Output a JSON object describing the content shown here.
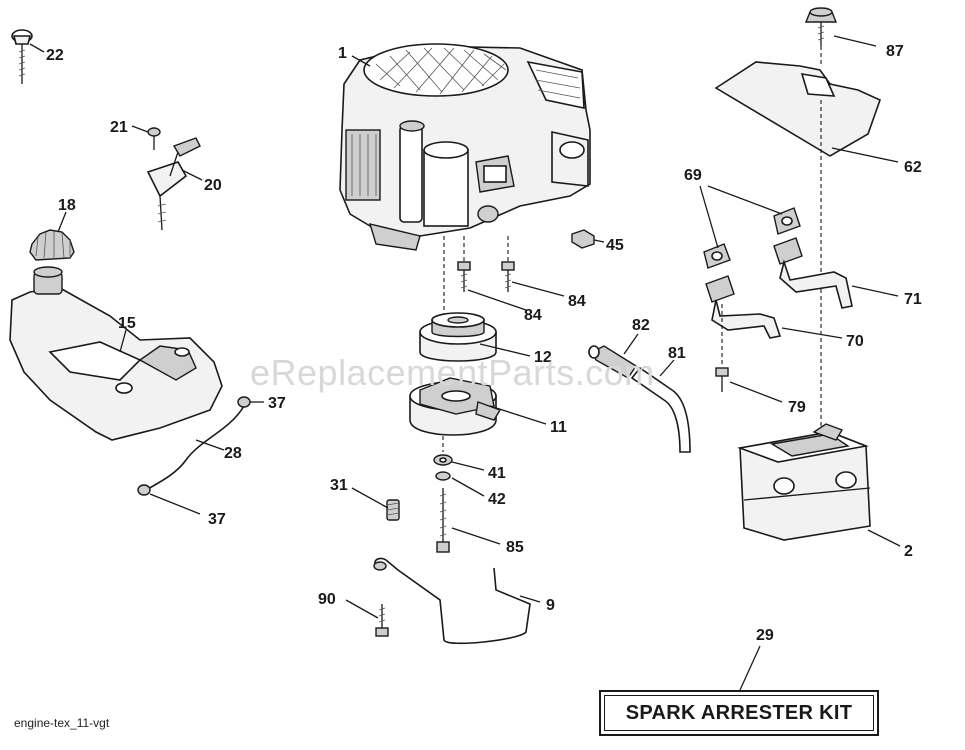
{
  "diagram": {
    "watermark": "eReplacementParts.com",
    "caption": "engine-tex_11-vgt",
    "kit_label": "SPARK ARRESTER KIT"
  },
  "callouts": {
    "c1": "1",
    "c2": "2",
    "c9": "9",
    "c11": "11",
    "c12": "12",
    "c15": "15",
    "c18": "18",
    "c20": "20",
    "c21": "21",
    "c22": "22",
    "c28": "28",
    "c29": "29",
    "c31": "31",
    "c37a": "37",
    "c37b": "37",
    "c41": "41",
    "c42": "42",
    "c45": "45",
    "c62": "62",
    "c69": "69",
    "c70": "70",
    "c71": "71",
    "c79": "79",
    "c81": "81",
    "c82": "82",
    "c84a": "84",
    "c84b": "84",
    "c85": "85",
    "c87": "87",
    "c90": "90"
  }
}
